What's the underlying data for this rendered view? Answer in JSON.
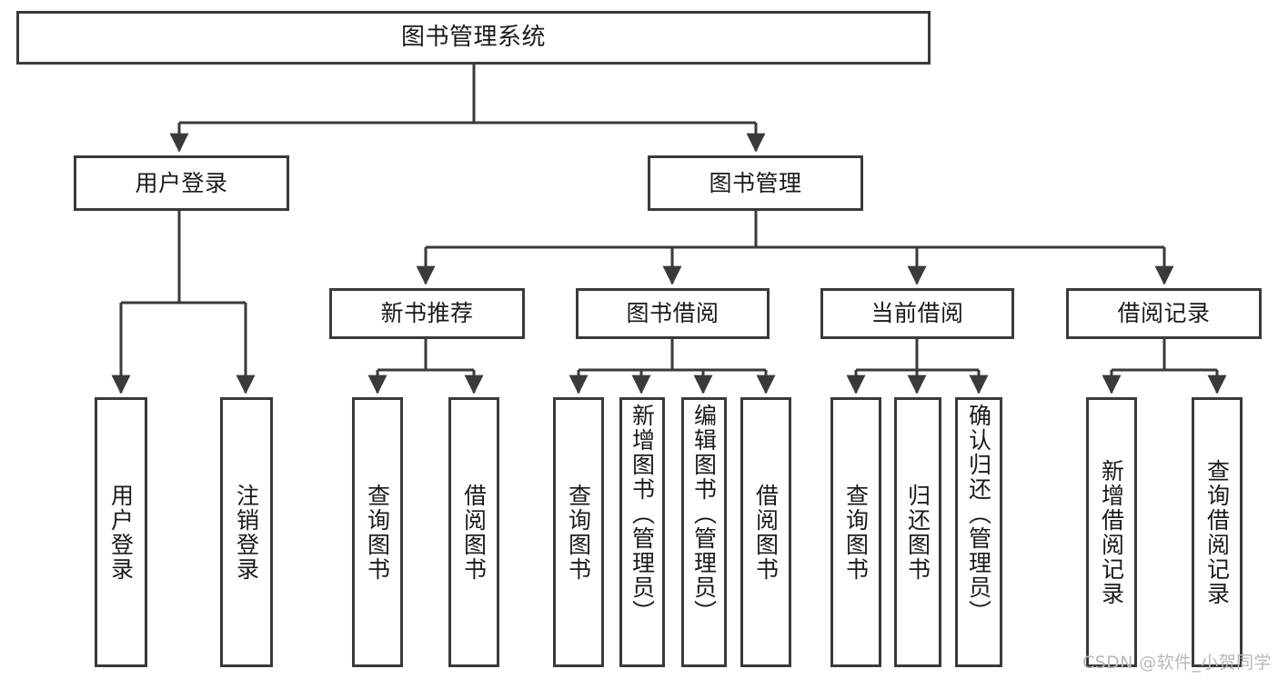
{
  "diagram": {
    "type": "tree",
    "title": "图书管理系统",
    "orientation": "top-down",
    "line_color": "#3a3a3a",
    "box_fill": "#ffffff",
    "levels": 4,
    "root": {
      "label": "图书管理系统",
      "id": "root"
    },
    "level1": [
      {
        "id": "user-login",
        "label": "用户登录"
      },
      {
        "id": "book-manage",
        "label": "图书管理"
      }
    ],
    "level2": [
      {
        "id": "new-book-recommend",
        "label": "新书推荐",
        "parent": "book-manage"
      },
      {
        "id": "book-borrow",
        "label": "图书借阅",
        "parent": "book-manage"
      },
      {
        "id": "current-borrow",
        "label": "当前借阅",
        "parent": "book-manage"
      },
      {
        "id": "borrow-record",
        "label": "借阅记录",
        "parent": "book-manage"
      }
    ],
    "leaves": {
      "user-login": [
        {
          "id": "leaf-user-login",
          "label": "用户登录"
        },
        {
          "id": "leaf-logout",
          "label": "注销登录"
        }
      ],
      "new-book-recommend": [
        {
          "id": "leaf-query-book-1",
          "label": "查询图书"
        },
        {
          "id": "leaf-borrow-book-1",
          "label": "借阅图书"
        }
      ],
      "book-borrow": [
        {
          "id": "leaf-query-book-2",
          "label": "查询图书"
        },
        {
          "id": "leaf-add-book",
          "label": "新增图书（管理员）"
        },
        {
          "id": "leaf-edit-book",
          "label": "编辑图书（管理员）"
        },
        {
          "id": "leaf-borrow-book-2",
          "label": "借阅图书"
        }
      ],
      "current-borrow": [
        {
          "id": "leaf-query-book-3",
          "label": "查询图书"
        },
        {
          "id": "leaf-return-book",
          "label": "归还图书"
        },
        {
          "id": "leaf-confirm-return",
          "label": "确认归还（管理员）"
        }
      ],
      "borrow-record": [
        {
          "id": "leaf-add-record",
          "label": "新增借阅记录"
        },
        {
          "id": "leaf-query-record",
          "label": "查询借阅记录"
        }
      ]
    }
  },
  "watermark": {
    "text": "CSDN @软件_小贺同学"
  }
}
